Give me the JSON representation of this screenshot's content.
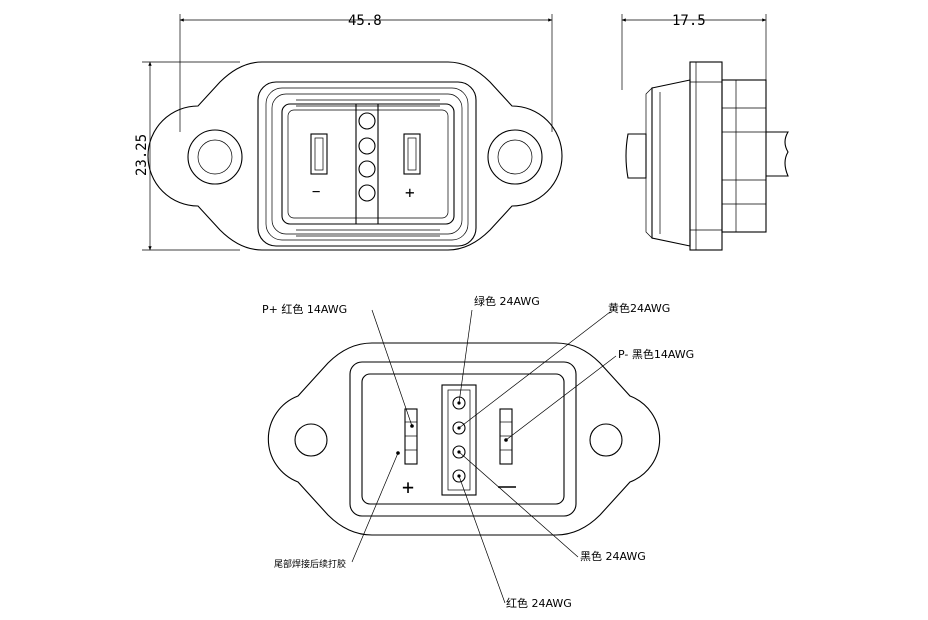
{
  "dimensions": {
    "width": "45.8",
    "height": "23.25",
    "depth": "17.5"
  },
  "wire_labels": {
    "p_plus_red": "P+ 红色 14AWG",
    "green": "绿色 24AWG",
    "yellow": "黄色24AWG",
    "p_minus_black": "P- 黑色14AWG",
    "tail_note": "尾部焊接后续打胶",
    "black_24": "黑色 24AWG",
    "red_24": "红色 24AWG"
  },
  "polarity": {
    "minus": "−",
    "plus": "+"
  }
}
